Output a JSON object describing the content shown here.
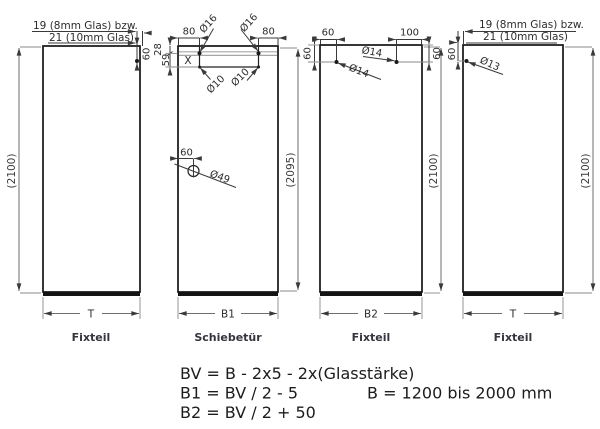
{
  "callouts": {
    "left": {
      "line1": "19 (8mm Glas) bzw.",
      "line2": "21 (10mm Glas)"
    },
    "right": {
      "line1": "19 (8mm Glas) bzw.",
      "line2": "21 (10mm Glas)"
    }
  },
  "panels": [
    {
      "label": "Fixteil",
      "width_dim": "T",
      "height_dim": "(2100)"
    },
    {
      "label": "Schiebetür",
      "width_dim": "B1",
      "height_dim": "(2095)"
    },
    {
      "label": "Fixteil",
      "width_dim": "B2",
      "height_dim": "(2100)"
    },
    {
      "label": "Fixteil",
      "width_dim": "T",
      "height_dim": "(2100)"
    }
  ],
  "dims": {
    "p1_hole_depth": "60",
    "p2_left_edge": "80",
    "p2_right_edge": "80",
    "p2_top_offset": "28",
    "p2_slot_depth": "59",
    "p2_dia_top_left": "Ø16",
    "p2_dia_top_right": "Ø16",
    "p2_dia_bottom_left": "Ø10",
    "p2_dia_bottom_right": "Ø10",
    "p2_slot_mark": "X",
    "p2_circle_offset": "60",
    "p2_circle_dia": "Ø49",
    "p3_left_edge": "60",
    "p3_right_edge": "100",
    "p3_left_depth": "60",
    "p3_right_depth": "60",
    "p3_dia_left": "Ø14",
    "p3_dia_right": "Ø14",
    "p4_hole_depth": "60",
    "p4_dia": "Ø13"
  },
  "formulas": {
    "line1": "BV = B - 2x5 - 2x(Glasstärke)",
    "line2": "B1 = BV / 2 - 5",
    "line3": "B2 = BV / 2 + 50",
    "range": "B = 1200 bis 2000 mm"
  },
  "colors": {
    "line_black": "#141414",
    "line_gray": "#8a8a8a",
    "text": "#2d2d2d"
  }
}
